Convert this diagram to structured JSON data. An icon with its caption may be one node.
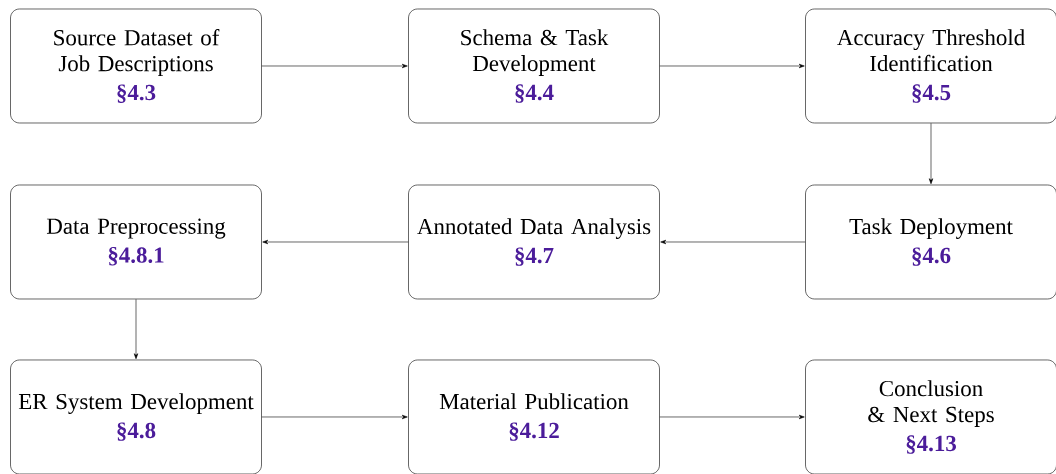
{
  "diagram": {
    "nodes": [
      {
        "text": [
          "Source Dataset of Job Descriptions",
          "§4.3"
        ]
      },
      {
        "text": [
          "Schema & Task Development",
          "§4.4"
        ]
      },
      {
        "text": [
          "Accuracy Threshold Identification",
          "§4.5"
        ]
      },
      {
        "text": [
          "Task Deployment",
          "§4.6"
        ]
      },
      {
        "text": [
          "Annotated Data Analysis",
          "§4.7"
        ]
      },
      {
        "text": [
          "Data Preprocessing",
          "§4.8.1"
        ]
      },
      {
        "text": [
          "ER System Development",
          "§4.8"
        ]
      },
      {
        "text": [
          "Material Publication",
          "§4.12"
        ]
      },
      {
        "text": [
          "Conclusion & Next Steps",
          "§4.13"
        ]
      }
    ],
    "edges": [
      {
        "from": 0,
        "to": 1,
        "arrow": "to"
      },
      {
        "from": 1,
        "to": 2,
        "arrow": "to"
      },
      {
        "from": 2,
        "to": 3,
        "arrow": "to"
      },
      {
        "from": 3,
        "to": 4,
        "arrow": "to"
      },
      {
        "from": 4,
        "to": 5,
        "arrow": "to"
      },
      {
        "from": 5,
        "to": 6,
        "arrow": "to"
      },
      {
        "from": 6,
        "to": 7,
        "arrow": "to"
      },
      {
        "from": 7,
        "to": 8,
        "arrow": "to"
      }
    ]
  }
}
